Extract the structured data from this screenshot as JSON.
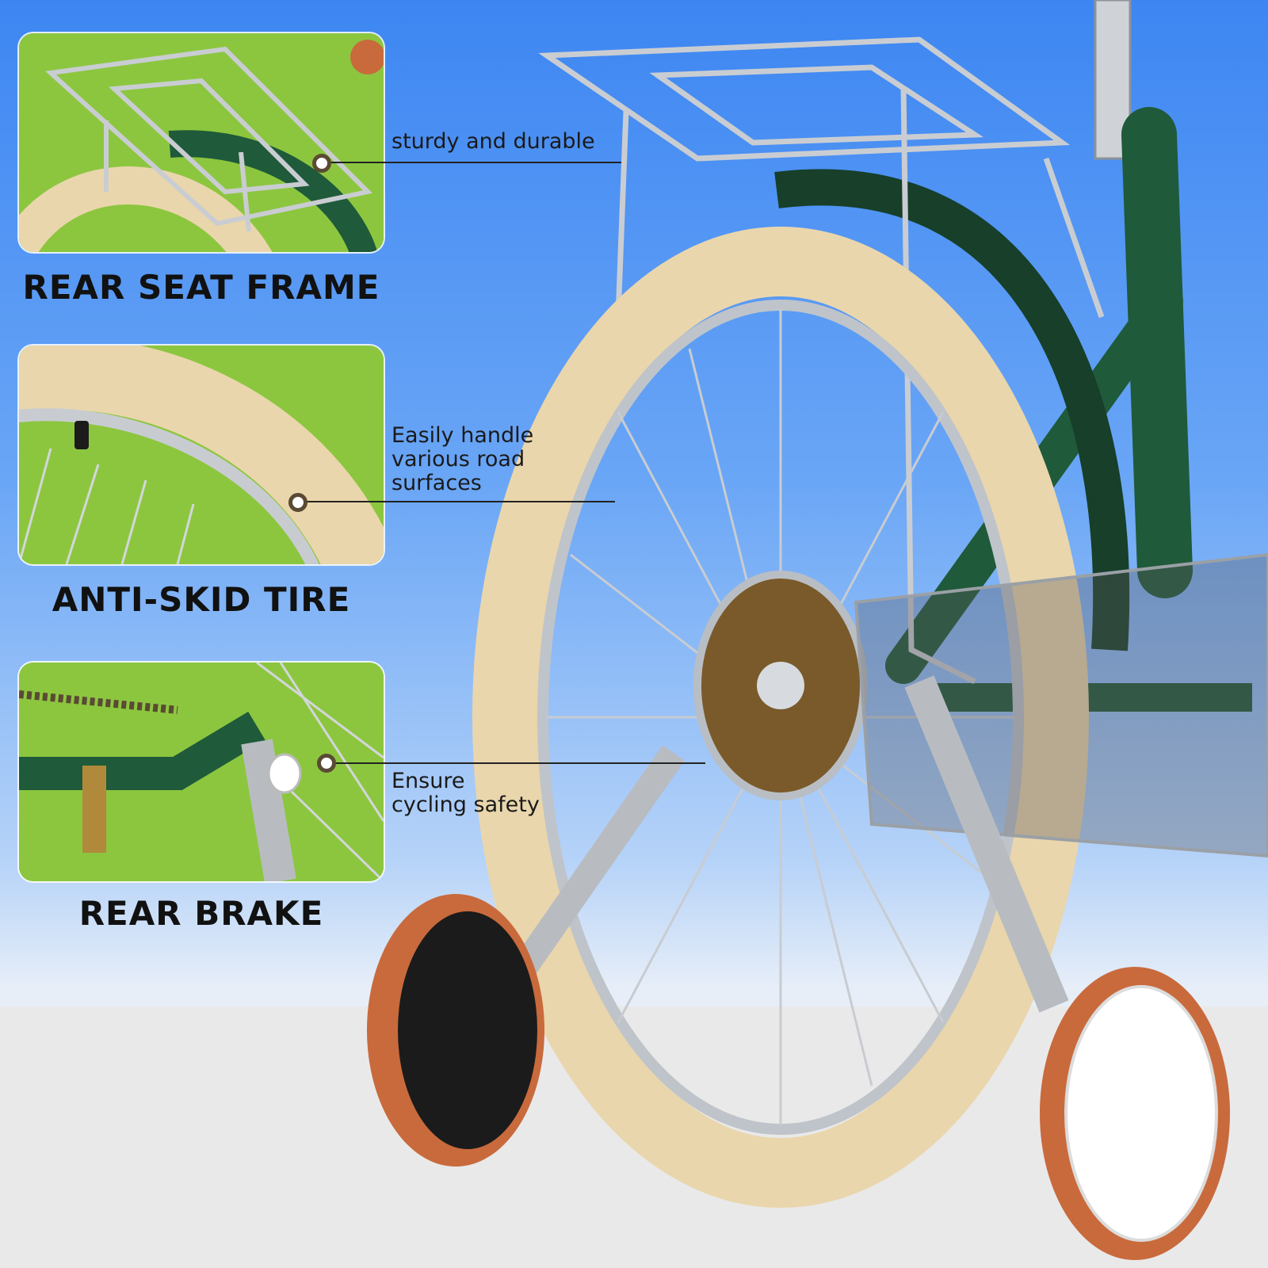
{
  "features": [
    {
      "heading": "REAR SEAT FRAME",
      "callout": "sturdy and durable"
    },
    {
      "heading": "ANTI-SKID TIRE",
      "callout": "Easily handle\nvarious road\nsurfaces"
    },
    {
      "heading": "REAR BRAKE",
      "callout": "Ensure\ncycling safety"
    }
  ],
  "colors": {
    "panel_background": "#8cc63f",
    "frame_green": "#1f5a3a",
    "tire_cream": "#ead6ac",
    "training_wheel_orange": "#c96a3c",
    "sky_blue": "#3d86f2"
  }
}
